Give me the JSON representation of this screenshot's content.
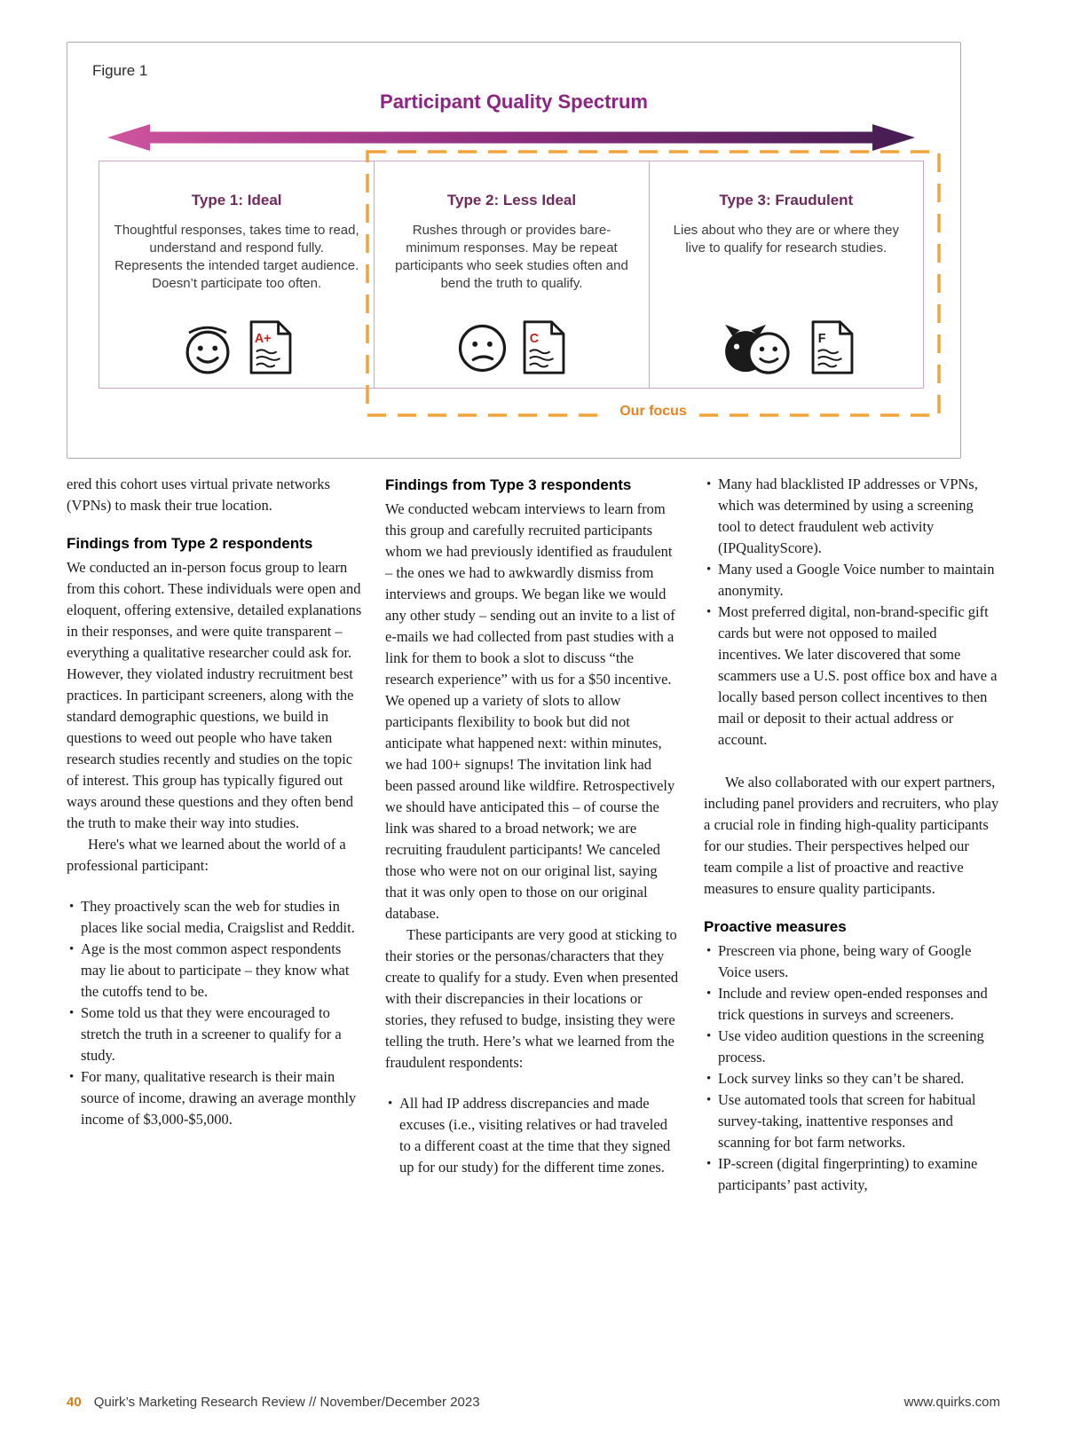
{
  "figure": {
    "label": "Figure 1",
    "title": "Participant Quality Spectrum",
    "our_focus_label": "Our focus",
    "types": [
      {
        "heading": "Type 1: Ideal",
        "body": "Thoughtful responses, takes time to read, understand and respond fully. Represents the intended target audience. Doesn’t participate too often.",
        "grade": "A+",
        "grade_color": "#c8201d",
        "face_icon": "happy-face",
        "doc_icon": "graded-paper"
      },
      {
        "heading": "Type 2: Less Ideal",
        "body": "Rushes through or provides bare-minimum responses. May be repeat participants who seek studies often and bend the truth to qualify.",
        "grade": "C",
        "grade_color": "#c8201d",
        "face_icon": "confused-face",
        "doc_icon": "graded-paper"
      },
      {
        "heading": "Type 3: Fraudulent",
        "body": "Lies about who they are or where they live to qualify for research studies.",
        "grade": "F",
        "grade_color": "#1a1a1a",
        "face_icon": "devil-behind-smiley-mask",
        "doc_icon": "graded-paper"
      }
    ]
  },
  "article": {
    "col1": {
      "intro": "ered this cohort uses virtual private networks (VPNs) to mask their true location.",
      "heading": "Findings from Type 2 respondents",
      "para1": "We conducted an in-person focus group to learn from this cohort. These individuals were open and eloquent, offering extensive, detailed explanations in their responses, and were quite transparent – everything a qualitative researcher could ask for. However, they violated industry recruitment best practices. In participant screeners, along with the standard demographic questions, we build in questions to weed out people who have taken research studies recently and studies on the topic of interest. This group has typically figured out ways around these questions and they often bend the truth to make their way into studies.",
      "para2": "Here's what we learned about the world of a professional participant:",
      "bullets": [
        "They proactively scan the web for studies in places like social media, Craigslist and Reddit.",
        "Age is the most common aspect respondents may lie about to participate – they know what the cutoffs tend to be.",
        "Some told us that they were encouraged to stretch the truth in a screener to qualify for a study.",
        "For many, qualitative research is their main source of income, drawing an average monthly income of $3,000-$5,000."
      ]
    },
    "col2": {
      "heading": "Findings from Type 3 respondents",
      "para1": "We conducted webcam interviews to learn from this group and carefully recruited participants whom we had previously identified as fraudulent – the ones we had to awkwardly dismiss from interviews and groups. We began like we would any other study – sending out an invite to a list of e-mails we had collected from past studies with a link for them to book a slot to discuss “the research experience” with us for a $50 incentive. We opened up a variety of slots to allow participants flexibility to book but did not anticipate what happened next: within minutes, we had 100+ signups! The invitation link had been passed around like wildfire. Retrospectively we should have anticipated this – of course the link was shared to a broad network; we are recruiting fraudulent participants! We canceled those who were not on our original list, saying that it was only open to those on our original database.",
      "para2": "These participants are very good at sticking to their stories or the personas/characters that they create to qualify for a study. Even when presented with their discrepancies in their locations or stories, they refused to budge, insisting they were telling the truth. Here’s what we learned from the fraudulent respondents:",
      "bullets": [
        "All had IP address discrepancies and made excuses (i.e., visiting relatives or had traveled to a different coast at the time that they signed up for our study) for the different time zones."
      ]
    },
    "col3": {
      "bullets1": [
        "Many had blacklisted IP addresses or VPNs, which was determined by using a screening tool to detect fraudulent web activity (IPQualityScore).",
        "Many used a Google Voice number to maintain anonymity.",
        "Most preferred digital, non-brand-specific gift cards but were not opposed to mailed incentives. We later discovered that some scammers use a U.S. post office box and have a locally based person collect incentives to then mail or deposit to their actual address or account."
      ],
      "para1": "We also collaborated with our expert partners, including panel providers and recruiters, who play a crucial role in finding high-quality participants for our studies. Their perspectives helped our team compile a list of proactive and reactive measures to ensure quality participants.",
      "heading": "Proactive measures",
      "bullets2": [
        "Prescreen via phone, being wary of Google Voice users.",
        "Include and review open-ended responses and trick questions in surveys and screeners.",
        "Use video audition questions in the screening process.",
        "Lock survey links so they can’t be shared.",
        "Use automated tools that screen for habitual survey-taking, inattentive responses and scanning for bot farm networks.",
        "IP-screen (digital fingerprinting) to examine participants’ past activity,"
      ]
    }
  },
  "footer": {
    "page_number": "40",
    "publication": "Quirk’s Marketing Research Review // November/December 2023",
    "website": "www.quirks.com"
  },
  "colors": {
    "title_purple": "#8d2483",
    "type_heading_plum": "#6e2a5c",
    "focus_orange": "#e8831d",
    "dash_orange": "#f2a43c",
    "arrow_gradient_start": "#cf549e",
    "arrow_gradient_end": "#451d52",
    "page_number_orange": "#d97b16",
    "box_border_pink": "#cfa3cd"
  }
}
